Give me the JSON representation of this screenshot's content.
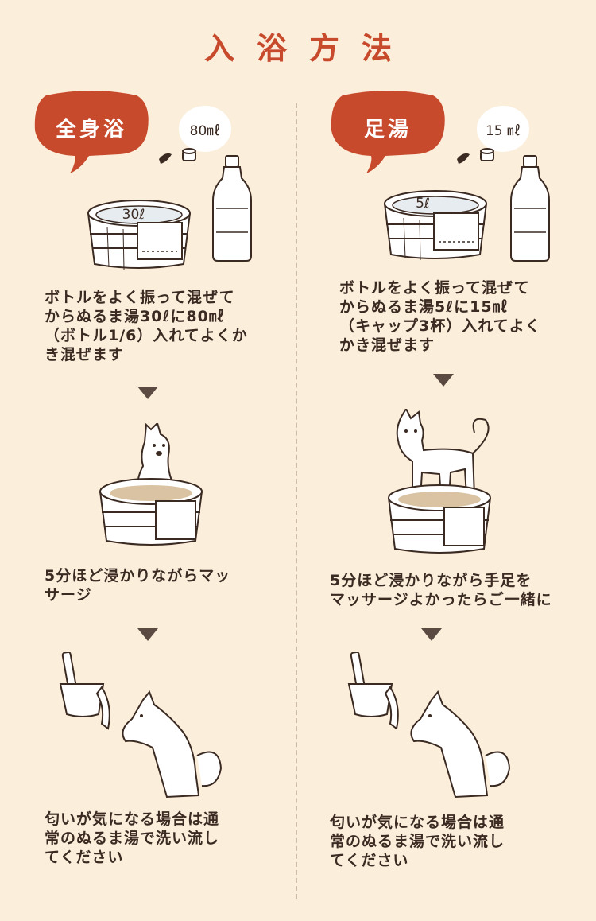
{
  "title": "入浴方法",
  "left": {
    "tag": "全身浴",
    "dose": "80㎖",
    "tub": "30ℓ",
    "step1": "ボトルをよく振って混ぜて\nからぬるま湯30ℓに80㎖\n（ボトル1/6）入れてよくか\nき混ぜます",
    "step2": "5分ほど浸かりながらマッ\nサージ",
    "step3": "匂いが気になる場合は通\n常のぬるま湯で洗い流し\nてください"
  },
  "right": {
    "tag": "足湯",
    "dose": "15 ㎖",
    "tub": "5ℓ",
    "step1": "ボトルをよく振って混ぜて\nからぬるま湯5ℓに15㎖\n（キャップ3杯）入れてよく\nかき混ぜます",
    "step2": "5分ほど浸かりながら手足を\nマッサージよかったらご一緒に",
    "step3": "匂いが気になる場合は通\n常のぬるま湯で洗い流し\nてください"
  },
  "colors": {
    "accent": "#c84a2c",
    "background": "#fbeedb",
    "text": "#3a2a22"
  },
  "icons": [
    "speech-bubble",
    "bottle",
    "bucket",
    "dog",
    "scoop",
    "arrow-down"
  ]
}
